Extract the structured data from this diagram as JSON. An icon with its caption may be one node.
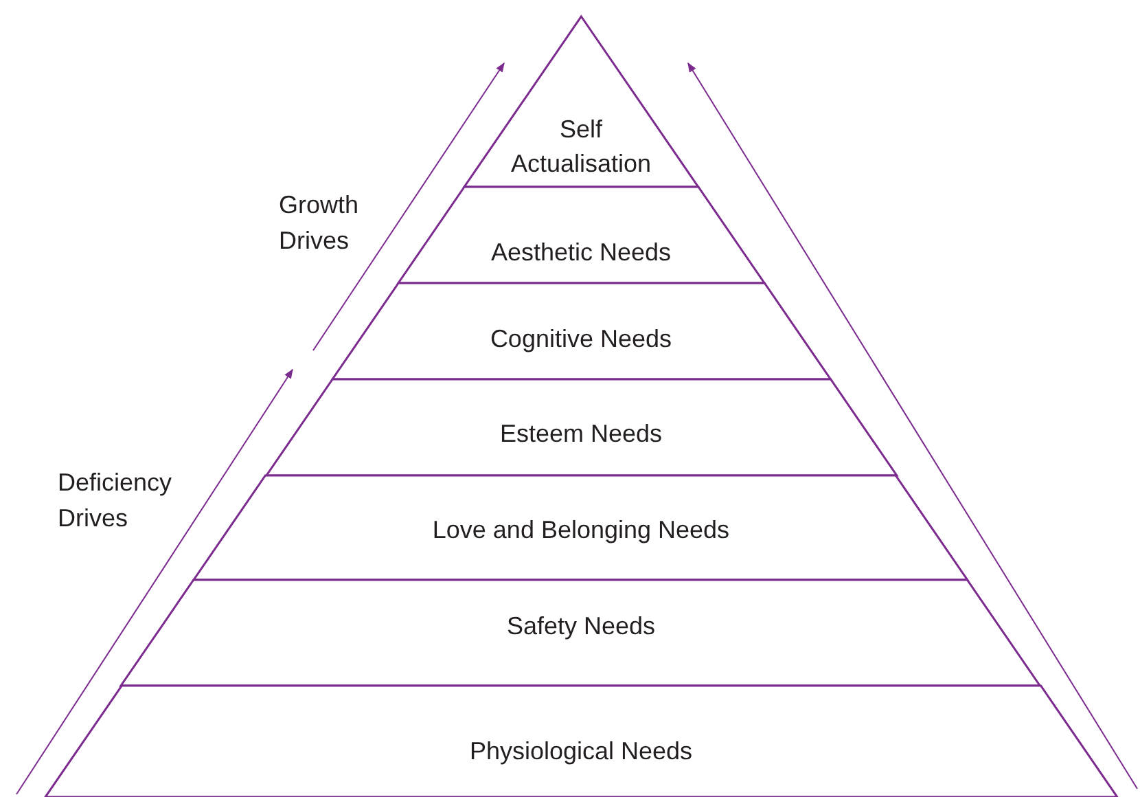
{
  "diagram": {
    "nodes": [
      {
        "text": [
          "Self Actualisation"
        ]
      },
      {
        "text": [
          "Aesthetic Needs"
        ]
      },
      {
        "text": [
          "Cognitive Needs"
        ]
      },
      {
        "text": [
          "Esteem Needs"
        ]
      },
      {
        "text": [
          "Love and Belonging Needs"
        ]
      },
      {
        "text": [
          "Safety Needs"
        ]
      },
      {
        "text": [
          "Physiological Needs"
        ]
      }
    ],
    "edges": [],
    "labels": [
      "Growth Drives",
      "Deficiency Drives"
    ]
  }
}
